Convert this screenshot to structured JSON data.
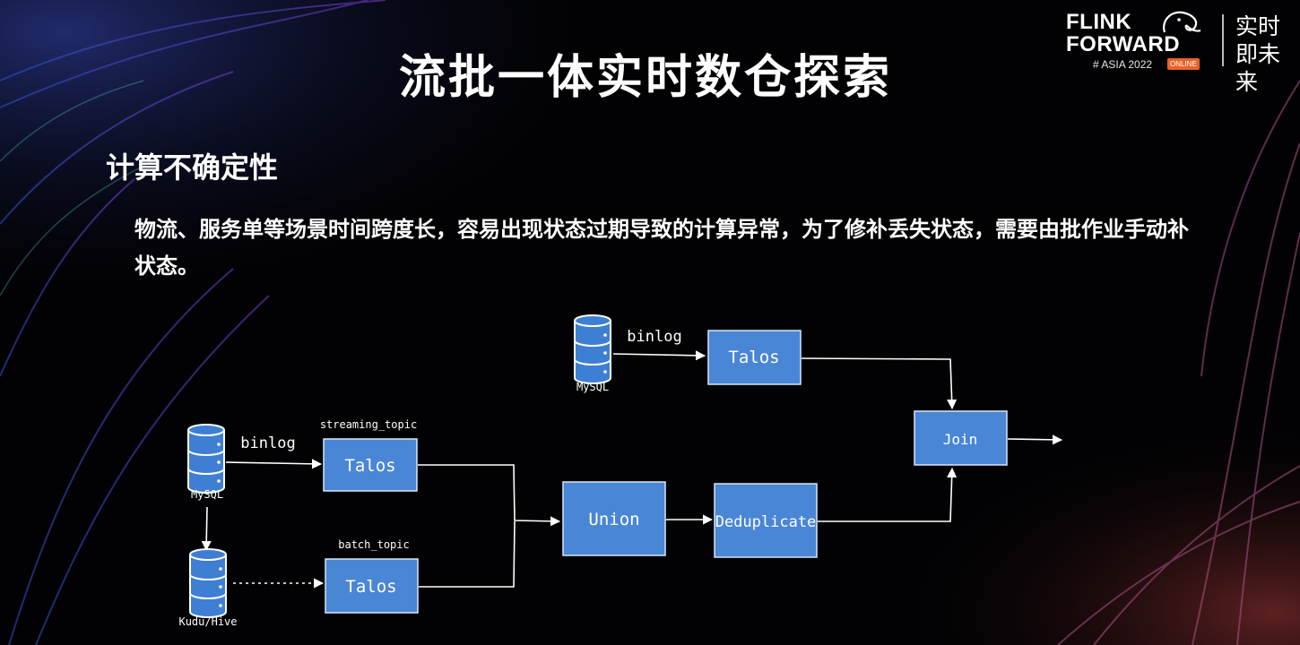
{
  "slide": {
    "title": "流批一体实时数仓探索",
    "subtitle": "计算不确定性",
    "description": "物流、服务单等场景时间跨度长，容易出现状态过期导致的计算异常，为了修补丢失状态，需要由批作业手动补状态。"
  },
  "logo": {
    "line1": "FLINK",
    "line2": "FORWARD",
    "event": "# ASIA 2022",
    "badge": "ONLINE",
    "slogan": "实时即未来"
  },
  "diagram": {
    "databases": {
      "mysql_top": "MySQL",
      "mysql_left": "MySQL",
      "kudu_hive": "Kudu/Hive"
    },
    "edge_labels": {
      "binlog_top": "binlog",
      "binlog_left": "binlog",
      "streaming_topic": "streaming_topic",
      "batch_topic": "batch_topic"
    },
    "boxes": {
      "talos_top": "Talos",
      "talos_streaming": "Talos",
      "talos_batch": "Talos",
      "union": "Union",
      "deduplicate": "Deduplicate",
      "join": "Join"
    }
  },
  "colors": {
    "background": "#020204",
    "box_fill": "#4a86d6",
    "box_stroke": "#d8e6f5",
    "db_fill": "#3f7fd3",
    "line": "#ffffff",
    "badge": "#e8632b"
  }
}
